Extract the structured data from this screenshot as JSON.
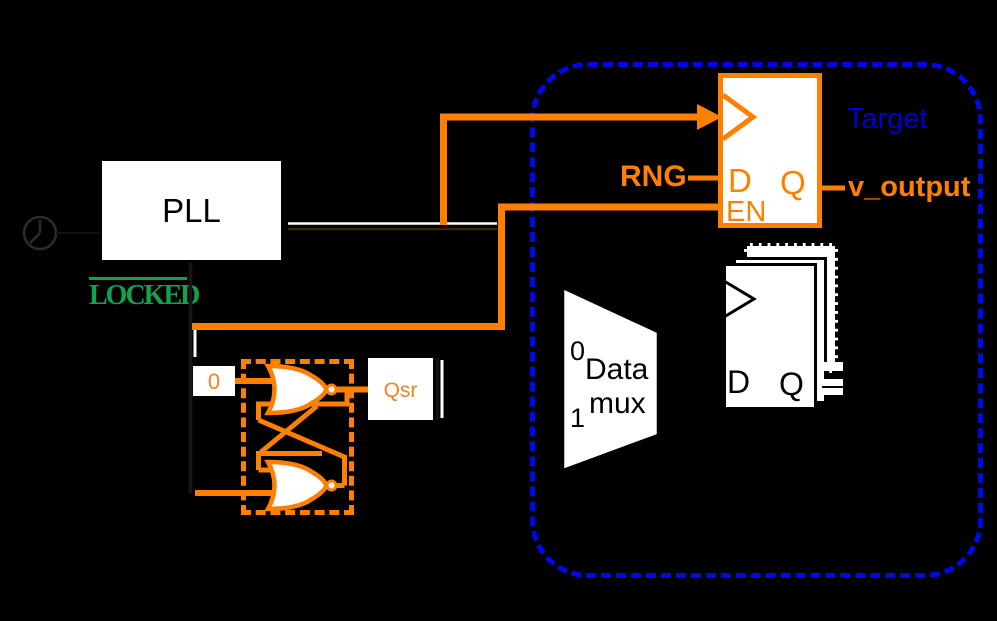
{
  "colors": {
    "background": "#000000",
    "orange": "#ff8000",
    "orange_soft": "#ef8525",
    "blue_dash": "#0008e8",
    "blue_text": "#0000cd",
    "green": "#12a24e",
    "white": "#ffffff",
    "black": "#000000"
  },
  "clock_source": {
    "icon": "clock-icon"
  },
  "pll": {
    "label": "PLL"
  },
  "locked": {
    "label": "LOCKED"
  },
  "sr_latch": {
    "const_input_label": "0",
    "output_label": "Qsr",
    "gate_type": "nor",
    "gate_count": 2
  },
  "target_box": {
    "label": "Target"
  },
  "main_ff": {
    "d_label": "D",
    "q_label": "Q",
    "en_label": "EN"
  },
  "rng": {
    "label": "RNG"
  },
  "v_output": {
    "label": "v_output"
  },
  "mux": {
    "sel0_label": "0",
    "sel1_label": "1",
    "name_line1": "Data",
    "name_line2": "mux"
  },
  "ff_stack": {
    "d_label": "D",
    "q_label": "Q"
  }
}
